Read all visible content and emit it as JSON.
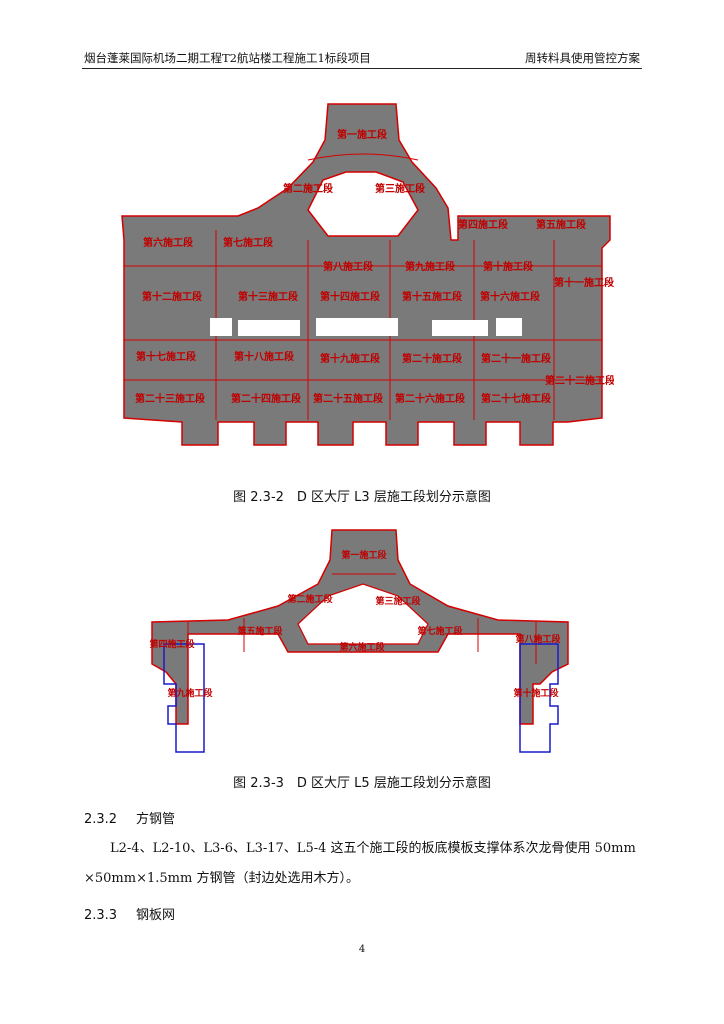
{
  "header": {
    "left": "烟台蓬莱国际机场二期工程T2航站楼工程施工1标段项目",
    "right": "周转料具使用管控方案"
  },
  "figure1": {
    "caption": "图 2.3-2　D 区大厅 L3 层施工段划分示意图",
    "labels": [
      "第一施工段",
      "第二施工段",
      "第三施工段",
      "第四施工段",
      "第五施工段",
      "第六施工段",
      "第七施工段",
      "第八施工段",
      "第九施工段",
      "第十施工段",
      "第十一施工段",
      "第十二施工段",
      "第十三施工段",
      "第十四施工段",
      "第十五施工段",
      "第十六施工段",
      "第十七施工段",
      "第十八施工段",
      "第十九施工段",
      "第二十施工段",
      "第二十一施工段",
      "第二十二施工段",
      "第二十三施工段",
      "第二十四施工段",
      "第二十五施工段",
      "第二十六施工段",
      "第二十七施工段"
    ]
  },
  "figure2": {
    "caption": "图 2.3-3　D 区大厅 L5 层施工段划分示意图",
    "labels": [
      "第一施工段",
      "第二施工段",
      "第三施工段",
      "第四施工段",
      "第五施工段",
      "第六施工段",
      "第七施工段",
      "第八施工段",
      "第九施工段",
      "第十施工段"
    ]
  },
  "section1": {
    "num": "2.3.2",
    "title": "方钢管"
  },
  "para1": "L2-4、L2-10、L3-6、L3-17、L5-4 这五个施工段的板底模板支撑体系次龙骨使用 50mm ×50mm×1.5mm 方钢管（封边处选用木方）。",
  "section2": {
    "num": "2.3.3",
    "title": "钢板网"
  },
  "page_number": "4",
  "colors": {
    "slab": "#7a7a7a",
    "boundary": "#d40000",
    "steel": "#1a1acc"
  }
}
